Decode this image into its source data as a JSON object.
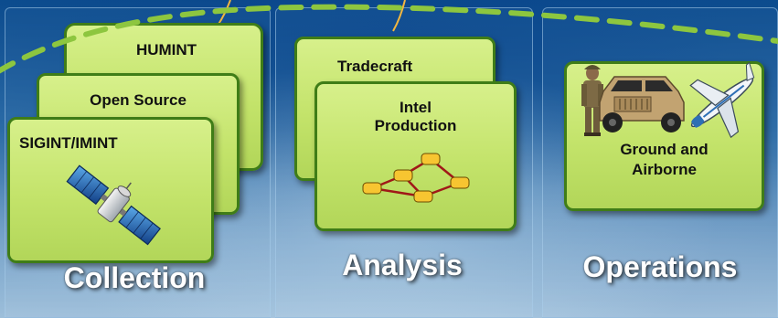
{
  "sections": {
    "collection": {
      "title": "Collection",
      "cards": [
        "HUMINT",
        "Open Source",
        "SIGINT/IMINT"
      ],
      "icon": "satellite-icon"
    },
    "analysis": {
      "title": "Analysis",
      "cards": [
        "Tradecraft",
        "Intel\nProduction"
      ],
      "icon": "network-graph-icon"
    },
    "operations": {
      "title": "Operations",
      "cards": [
        "Ground and\nAirborne"
      ],
      "icons": [
        "soldier-icon",
        "humvee-icon",
        "aircraft-icon"
      ]
    }
  },
  "colors": {
    "card_fill": "#c3e36a",
    "card_border": "#3f7d17",
    "arc_dash": "#8dc63f",
    "arc_thin": "#f2b640",
    "network_node": "#f7c531",
    "network_edge": "#a01818"
  }
}
